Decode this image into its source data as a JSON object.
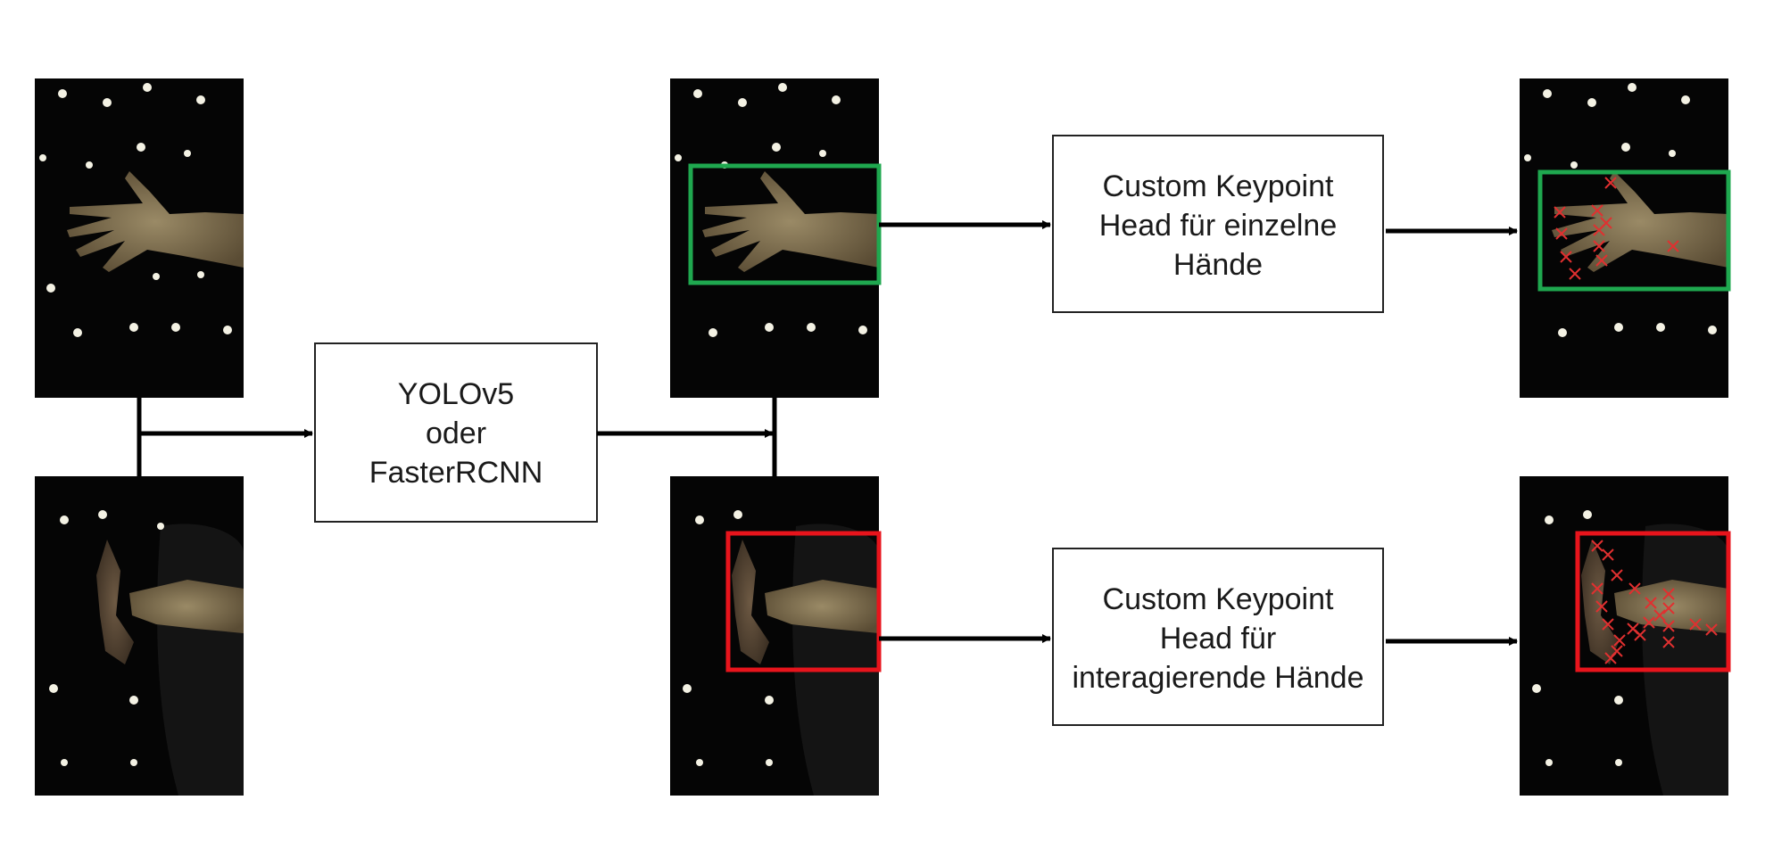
{
  "boxes": {
    "detector": {
      "lines": [
        "YOLOv5",
        "oder",
        "FasterRCNN"
      ]
    },
    "single_head": {
      "lines": [
        "Custom Keypoint",
        "Head für einzelne",
        "Hände"
      ]
    },
    "interacting_head": {
      "lines": [
        "Custom Keypoint",
        "Head für",
        "interagierende Hände"
      ]
    }
  },
  "colors": {
    "single_hand_box": "#1fa84f",
    "interacting_hand_box": "#e8141c",
    "keypoint_marker": "#e03030",
    "image_background": "#050505",
    "arrow": "#000000"
  }
}
